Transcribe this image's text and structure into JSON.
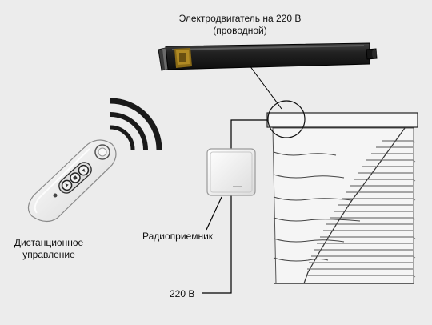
{
  "labels": {
    "motor_line1": "Электродвигатель на 220 В",
    "motor_line2": "(проводной)",
    "remote_line1": "Дистанционное",
    "remote_line2": "управление",
    "receiver": "Радиоприемник",
    "power": "220 В"
  },
  "colors": {
    "background": "#ececec",
    "motor_body": "#1a1a1a",
    "motor_label": "#8a6a16",
    "receiver": "#f4f4f4",
    "remote": "#f2f2f2",
    "wire": "#000000",
    "signal_arcs": "#1a1a1a"
  },
  "icons": {
    "remote": "remote-control-icon",
    "signal": "radio-signal-icon",
    "receiver": "radio-receiver-icon",
    "motor": "tubular-motor-icon",
    "blind": "window-blind-icon"
  }
}
